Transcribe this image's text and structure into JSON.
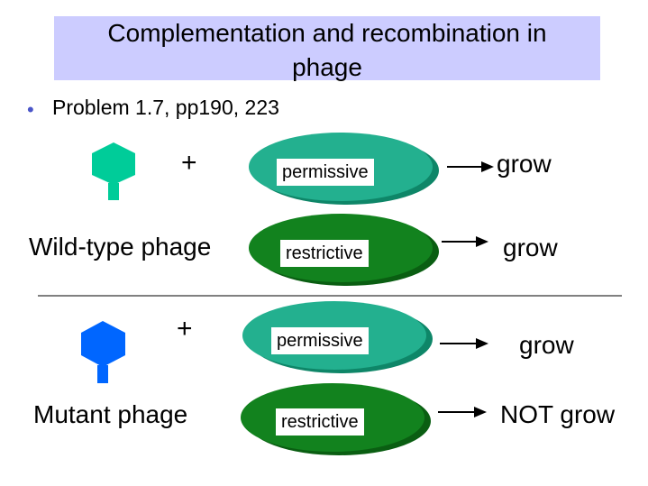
{
  "title": {
    "line1": "Complementation and recombination in",
    "line2": "phage"
  },
  "bullet": {
    "symbol": "•",
    "text": "Problem 1.7, pp190, 223"
  },
  "wildtype": {
    "plus": "+",
    "label": "Wild-type phage",
    "permissive_label": "permissive",
    "restrictive_label": "restrictive",
    "permissive_result": "grow",
    "restrictive_result": "grow",
    "phage_color": "#00cc99"
  },
  "mutant": {
    "plus": "+",
    "label": "Mutant phage",
    "permissive_label": "permissive",
    "restrictive_label": "restrictive",
    "permissive_result": "grow",
    "restrictive_result": "NOT grow",
    "phage_color": "#0066ff"
  },
  "colors": {
    "title_bg": "#ccccff",
    "permissive_medium": "#23b08f",
    "restrictive_medium": "#12821e"
  }
}
